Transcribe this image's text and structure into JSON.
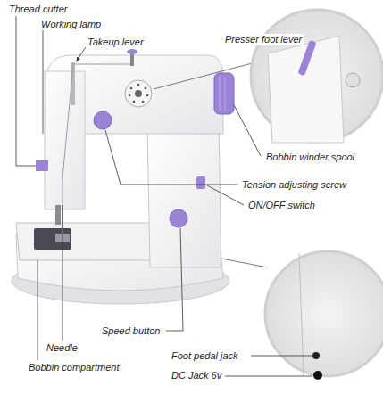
{
  "diagram": {
    "labels": [
      "Thread cutter",
      "Working lamp",
      "Takeup lever",
      "Presser foot lever",
      "Bobbin winder spool",
      "Tension adjusting screw",
      "ON/OFF switch",
      "Speed button",
      "Needle",
      "Bobbin compartment",
      "Foot pedal jack",
      "DC Jack 6v"
    ]
  }
}
